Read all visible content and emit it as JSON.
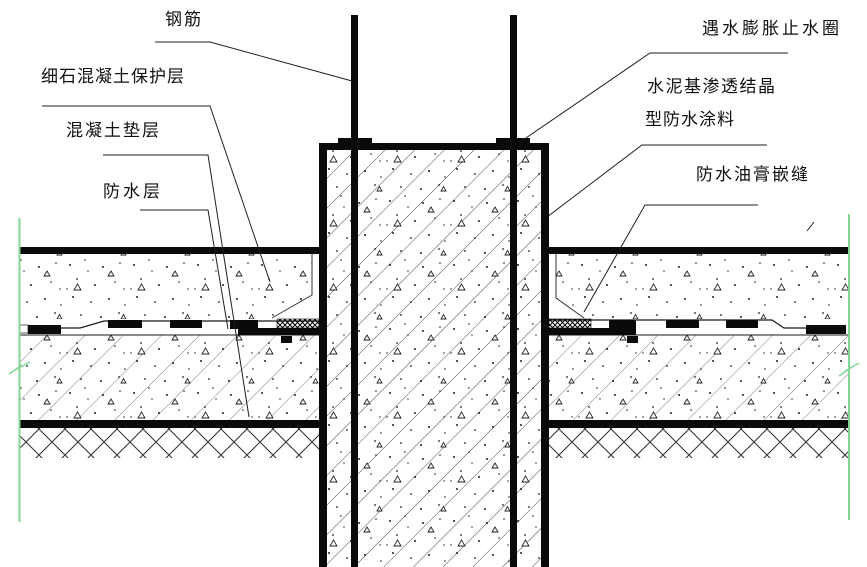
{
  "labels": {
    "rebar": "钢筋",
    "protective_layer": "细石混凝土保护层",
    "cushion": "混凝土垫层",
    "membrane": "防水层",
    "waterstop": "遇水膨胀止水圈",
    "coating_line1": "水泥基渗透结晶",
    "coating_line2": "型防水涂料",
    "mastic": "防水油膏嵌缝"
  },
  "colors": {
    "ink": "#111111",
    "break_line": "#82d795",
    "paper": "#ffffff"
  }
}
